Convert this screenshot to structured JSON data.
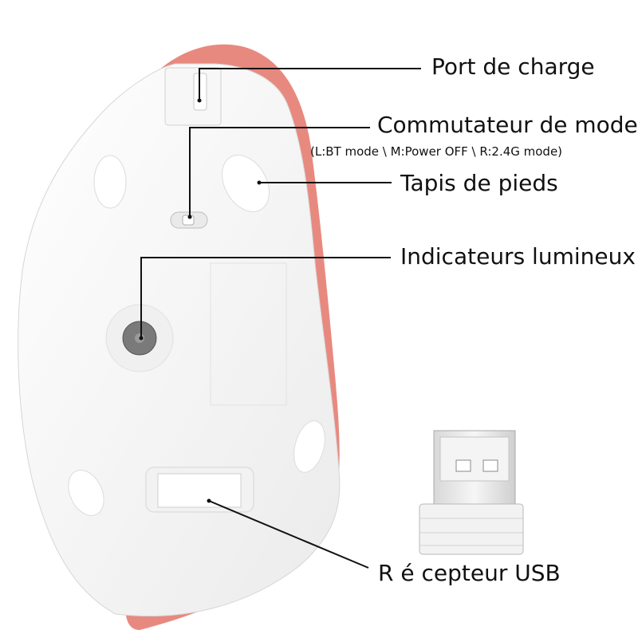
{
  "labels": {
    "charging_port": "Port de charge",
    "mode_switch": "Commutateur de mode",
    "mode_switch_detail": "(L:BT mode \\ M:Power OFF \\ R:2.4G mode)",
    "foot_pads": "Tapis de pieds",
    "indicator_lights": "Indicateurs lumineux",
    "usb_receiver": "R é cepteur USB"
  },
  "colors": {
    "shell_accent": "#e8897f",
    "shell_base": "#f4f4f4",
    "pad": "#ffffff",
    "leader_line": "#111111"
  }
}
